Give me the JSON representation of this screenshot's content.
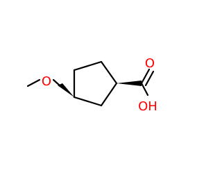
{
  "colors": {
    "background": "#ffffff",
    "bond": "#000000",
    "oxygen": "#ff0000"
  },
  "labels": {
    "ether_oxygen": "O",
    "carbonyl_oxygen": "O",
    "hydroxyl": "OH"
  }
}
